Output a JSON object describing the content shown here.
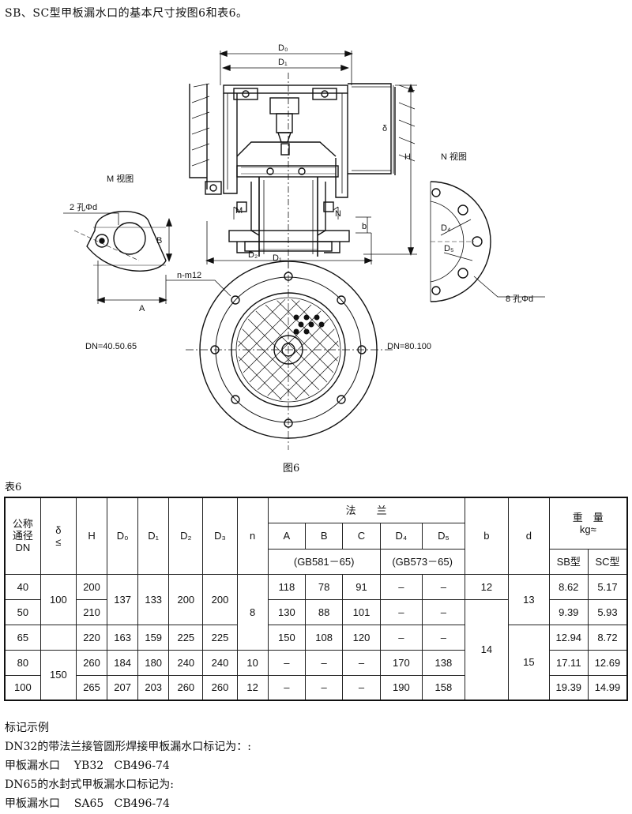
{
  "intro": "SB、SC型甲板漏水口的基本尺寸按图6和表6。",
  "figure": {
    "caption": "图6",
    "labels": {
      "d0": "D₀",
      "d1": "D₁",
      "d1_lower": "D₁",
      "d2": "D₂",
      "delta": "δ",
      "h": "H",
      "m_view": "M 视图",
      "n_view": "N 视图",
      "two_holes": "2 孔Φd",
      "b_letter": "B",
      "a_letter": "A",
      "n_m12": "n-m12",
      "m_marker": "M",
      "n_marker": "N",
      "small_b": "b",
      "d4": "D₄",
      "d5": "D₅",
      "eight_holes": "8 孔Φd",
      "dn_small": "DN=40.50.65",
      "dn_large": "DN=80.100"
    }
  },
  "table": {
    "title": "表6",
    "header": {
      "dn": [
        "公称",
        "通径",
        "DN"
      ],
      "delta": [
        "δ",
        "≤"
      ],
      "h": "H",
      "d0": "D₀",
      "d1": "D₁",
      "d2": "D₂",
      "d3": "D₃",
      "n": "n",
      "flange": "法　　兰",
      "a": "A",
      "b_upper": "B",
      "c": "C",
      "d4": "D₄",
      "d5": "D₅",
      "gb581": "(GB581－65)",
      "gb573": "(GB573－65)",
      "b": "b",
      "d": "d",
      "weight": "重　量",
      "weight_unit": "kg≈",
      "sb": "SB型",
      "sc": "SC型"
    },
    "rows": [
      {
        "dn": "40",
        "h": "200",
        "a": "118",
        "b_upper": "78",
        "c": "91",
        "d4": "–",
        "d5": "–",
        "sb": "8.62",
        "sc": "5.17"
      },
      {
        "dn": "50",
        "h": "210",
        "a": "130",
        "b_upper": "88",
        "c": "101",
        "d4": "–",
        "d5": "–",
        "sb": "9.39",
        "sc": "5.93"
      },
      {
        "dn": "65",
        "h": "220",
        "a": "150",
        "b_upper": "108",
        "c": "120",
        "d4": "–",
        "d5": "–",
        "sb": "12.94",
        "sc": "8.72"
      },
      {
        "dn": "80",
        "h": "260",
        "a": "–",
        "b_upper": "–",
        "c": "–",
        "d4": "170",
        "d5": "138",
        "sb": "17.11",
        "sc": "12.69"
      },
      {
        "dn": "100",
        "h": "265",
        "a": "–",
        "b_upper": "–",
        "c": "–",
        "d4": "190",
        "d5": "158",
        "sb": "19.39",
        "sc": "14.99"
      }
    ],
    "merged": {
      "delta_a": "100",
      "delta_b": "150",
      "d0_a": "137",
      "d1_a": "133",
      "d2_a": "200",
      "d3_a": "200",
      "d0_65": "163",
      "d1_65": "159",
      "d2_65": "225",
      "d3_65": "225",
      "d0_80": "184",
      "d1_80": "180",
      "d2_80": "240",
      "d3_80": "240",
      "d0_100": "207",
      "d1_100": "203",
      "d2_100": "260",
      "d3_100": "260",
      "n_a": "8",
      "n_80": "10",
      "n_100": "12",
      "b_a": "12",
      "b_b": "14",
      "d_a": "13",
      "d_b": "15"
    }
  },
  "notes": {
    "heading": "标记示例",
    "lines": [
      "DN32的带法兰接管圆形焊接甲板漏水口标记为：:",
      "甲板漏水口    YB32   CB496-74",
      "DN65的水封式甲板漏水口标记为:",
      "甲板漏水口    SA65   CB496-74"
    ]
  }
}
